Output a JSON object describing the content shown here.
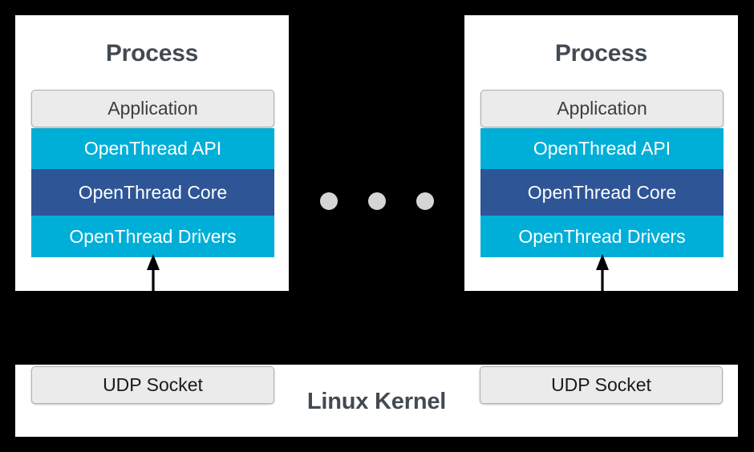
{
  "diagram": {
    "background_color": "#000000",
    "title_color": "#434a52",
    "accent_cyan": "#00afd7",
    "accent_blue": "#2e5596",
    "chip_gray": "#ebebeb",
    "dot_color": "#d5d5d5"
  },
  "processes": [
    {
      "title": "Process",
      "layers": [
        {
          "label": "Application",
          "color": "#ebebeb"
        },
        {
          "label": "OpenThread API",
          "color": "#00afd7"
        },
        {
          "label": "OpenThread Core",
          "color": "#2e5596"
        },
        {
          "label": "OpenThread Drivers",
          "color": "#00afd7"
        }
      ]
    },
    {
      "title": "Process",
      "layers": [
        {
          "label": "Application",
          "color": "#ebebeb"
        },
        {
          "label": "OpenThread API",
          "color": "#00afd7"
        },
        {
          "label": "OpenThread Core",
          "color": "#2e5596"
        },
        {
          "label": "OpenThread Drivers",
          "color": "#00afd7"
        }
      ]
    }
  ],
  "kernel": {
    "title": "Linux Kernel",
    "sockets": [
      {
        "label": "UDP Socket"
      },
      {
        "label": "UDP Socket"
      }
    ]
  },
  "ellipsis": {
    "count": 3,
    "meaning": "more processes"
  }
}
